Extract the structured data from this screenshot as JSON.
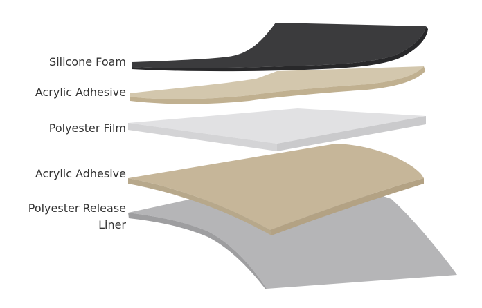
{
  "layers": [
    {
      "label": "Silicone Foam",
      "color": "#3a3a3c"
    },
    {
      "label": "Acrylic Adhesive",
      "color": "#cfc1a6"
    },
    {
      "label": "Polyester Film",
      "color": "#dcdcde"
    },
    {
      "label": "Acrylic Adhesive",
      "color": "#c9b99b"
    },
    {
      "label": "Polyester Release Liner",
      "line1": "Polyester Release",
      "line2": "Liner",
      "color": "#b7b7b9"
    }
  ]
}
